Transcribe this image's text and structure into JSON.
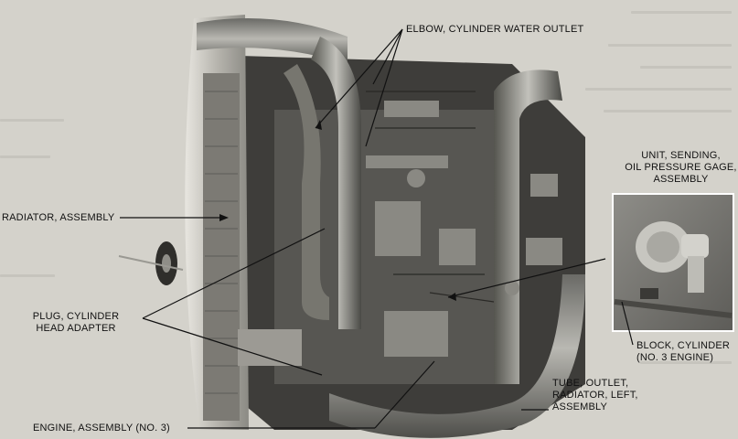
{
  "labels": {
    "elbow": "ELBOW, CYLINDER WATER OUTLET",
    "radiator": "RADIATOR, ASSEMBLY",
    "plug_line1": "PLUG, CYLINDER",
    "plug_line2": "HEAD ADAPTER",
    "engine": "ENGINE, ASSEMBLY (NO. 3)",
    "tube_line1": "TUBE, OUTLET,",
    "tube_line2": "RADIATOR, LEFT,",
    "tube_line3": "ASSEMBLY",
    "unit_line1": "UNIT, SENDING,",
    "unit_line2": "OIL PRESSURE GAGE,",
    "unit_line3": "ASSEMBLY",
    "block_line1": "BLOCK, CYLINDER",
    "block_line2": "(NO. 3 ENGINE)"
  }
}
